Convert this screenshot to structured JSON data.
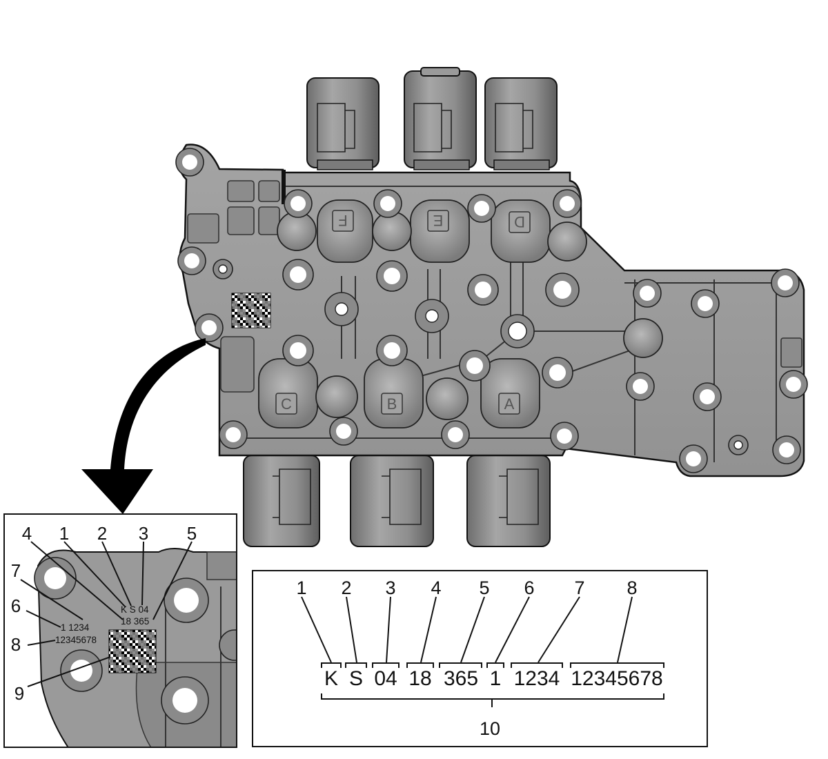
{
  "solenoid_letters": [
    "F",
    "E",
    "D",
    "C",
    "B",
    "A"
  ],
  "inset": {
    "callouts": [
      "4",
      "1",
      "2",
      "3",
      "5",
      "7",
      "6",
      "8",
      "9"
    ],
    "stamp_line1": "K S 04",
    "stamp_line2": "18 365",
    "stamp_line3": "1  1234",
    "stamp_line4": "12345678"
  },
  "code_breakdown": {
    "callouts": [
      "1",
      "2",
      "3",
      "4",
      "5",
      "6",
      "7",
      "8"
    ],
    "fields": [
      "K",
      "S",
      "04",
      "18",
      "365",
      "1",
      "1234",
      "12345678"
    ],
    "overall_callout": "10"
  },
  "colors": {
    "casting": "#9a9a9a",
    "casting_dark": "#6f6f6f",
    "line": "#111111"
  }
}
